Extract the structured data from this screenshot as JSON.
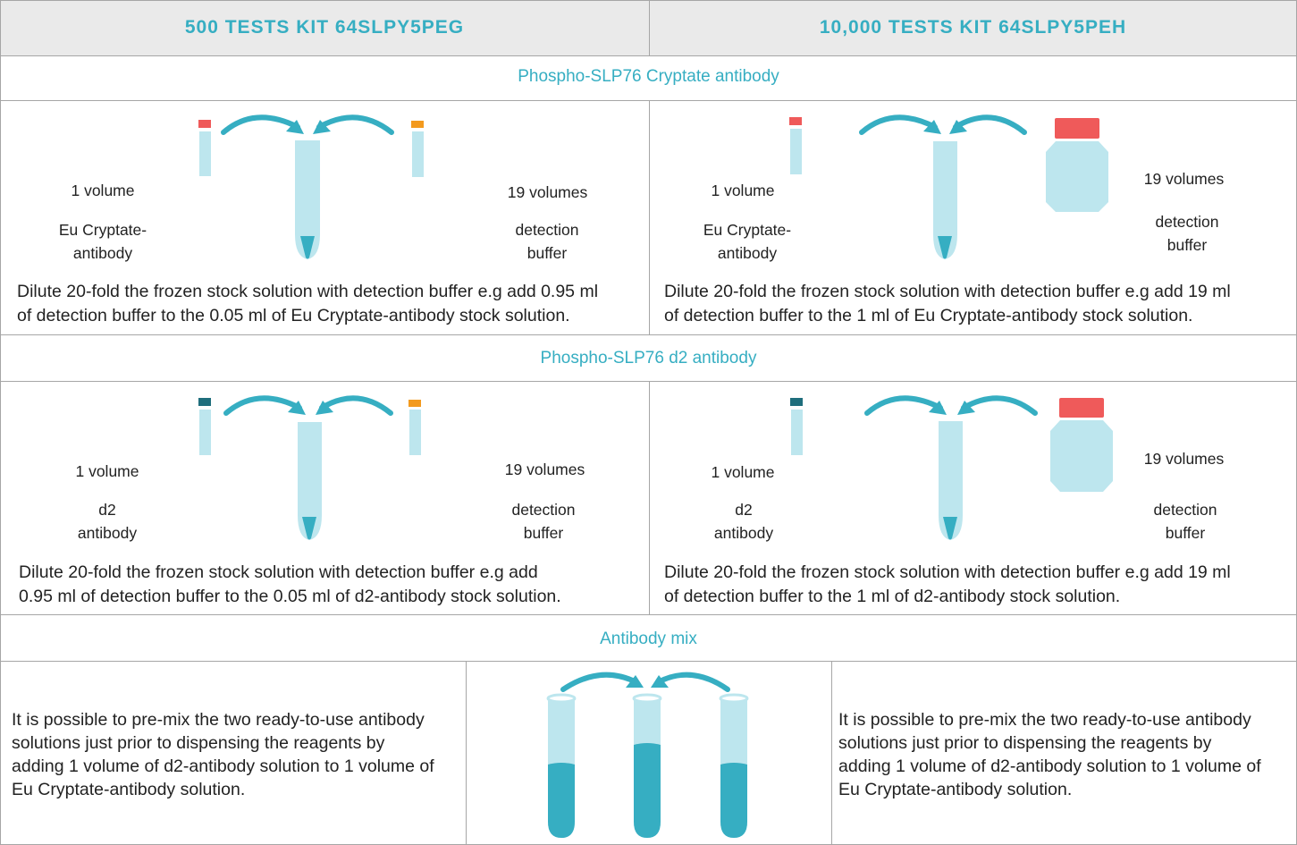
{
  "kits": {
    "left_title": "500 TESTS KIT 64SLPY5PEG",
    "right_title": "10,000 TESTS KIT 64SLPY5PEH"
  },
  "colors": {
    "accent": "#36aec2",
    "header_bg": "#eaeaea",
    "tube_light": "#bde6ee",
    "cap_red": "#ef5a5a",
    "cap_orange": "#f39a1e",
    "cap_teal": "#1f6e7c",
    "border": "#a6a6a6"
  },
  "cryptate": {
    "section_title": "Phospho-SLP76 Cryptate antibody",
    "left": {
      "one_volume": "1 volume",
      "reagent_line1": "Eu Cryptate-",
      "reagent_line2": "antibody",
      "buffer_volumes": "19 volumes",
      "buffer_line1": "detection",
      "buffer_line2": "buffer",
      "desc_line1": "Dilute 20-fold the frozen stock solution with detection buffer e.g add 0.95 ml",
      "desc_line2": "of detection buffer to the 0.05 ml of Eu Cryptate-antibody stock solution."
    },
    "right": {
      "one_volume": "1 volume",
      "reagent_line1": "Eu Cryptate-",
      "reagent_line2": "antibody",
      "buffer_volumes": "19 volumes",
      "buffer_line1": "detection",
      "buffer_line2": "buffer",
      "desc_line1": "Dilute 20-fold the frozen stock solution with detection buffer e.g add 19 ml",
      "desc_line2": "of detection buffer to the 1 ml of Eu Cryptate-antibody stock solution."
    }
  },
  "d2": {
    "section_title": "Phospho-SLP76 d2 antibody",
    "left": {
      "one_volume": "1 volume",
      "reagent_line1": "d2",
      "reagent_line2": "antibody",
      "buffer_volumes": "19 volumes",
      "buffer_line1": "detection",
      "buffer_line2": "buffer",
      "desc_line1": "Dilute 20-fold the frozen stock solution with detection buffer e.g add",
      "desc_line2": "0.95 ml of detection buffer to the 0.05 ml of d2-antibody stock solution."
    },
    "right": {
      "one_volume": "1 volume",
      "reagent_line1": "d2",
      "reagent_line2": "antibody",
      "buffer_volumes": "19 volumes",
      "buffer_line1": "detection",
      "buffer_line2": "buffer",
      "desc_line1": "Dilute 20-fold the frozen stock solution with detection buffer e.g add 19 ml",
      "desc_line2": "of detection buffer to the 1 ml of d2-antibody stock solution."
    }
  },
  "mix": {
    "section_title": "Antibody mix",
    "left_lines": [
      "It is possible to pre-mix the two ready-to-use antibody",
      "solutions just prior to dispensing the reagents by",
      "adding 1 volume of d2-antibody solution to 1 volume of",
      "Eu Cryptate-antibody solution."
    ],
    "right_lines": [
      "It is possible to pre-mix the two ready-to-use antibody",
      "solutions just prior to dispensing the reagents by",
      "adding 1 volume of d2-antibody solution to 1 volume of",
      "Eu Cryptate-antibody solution."
    ]
  }
}
